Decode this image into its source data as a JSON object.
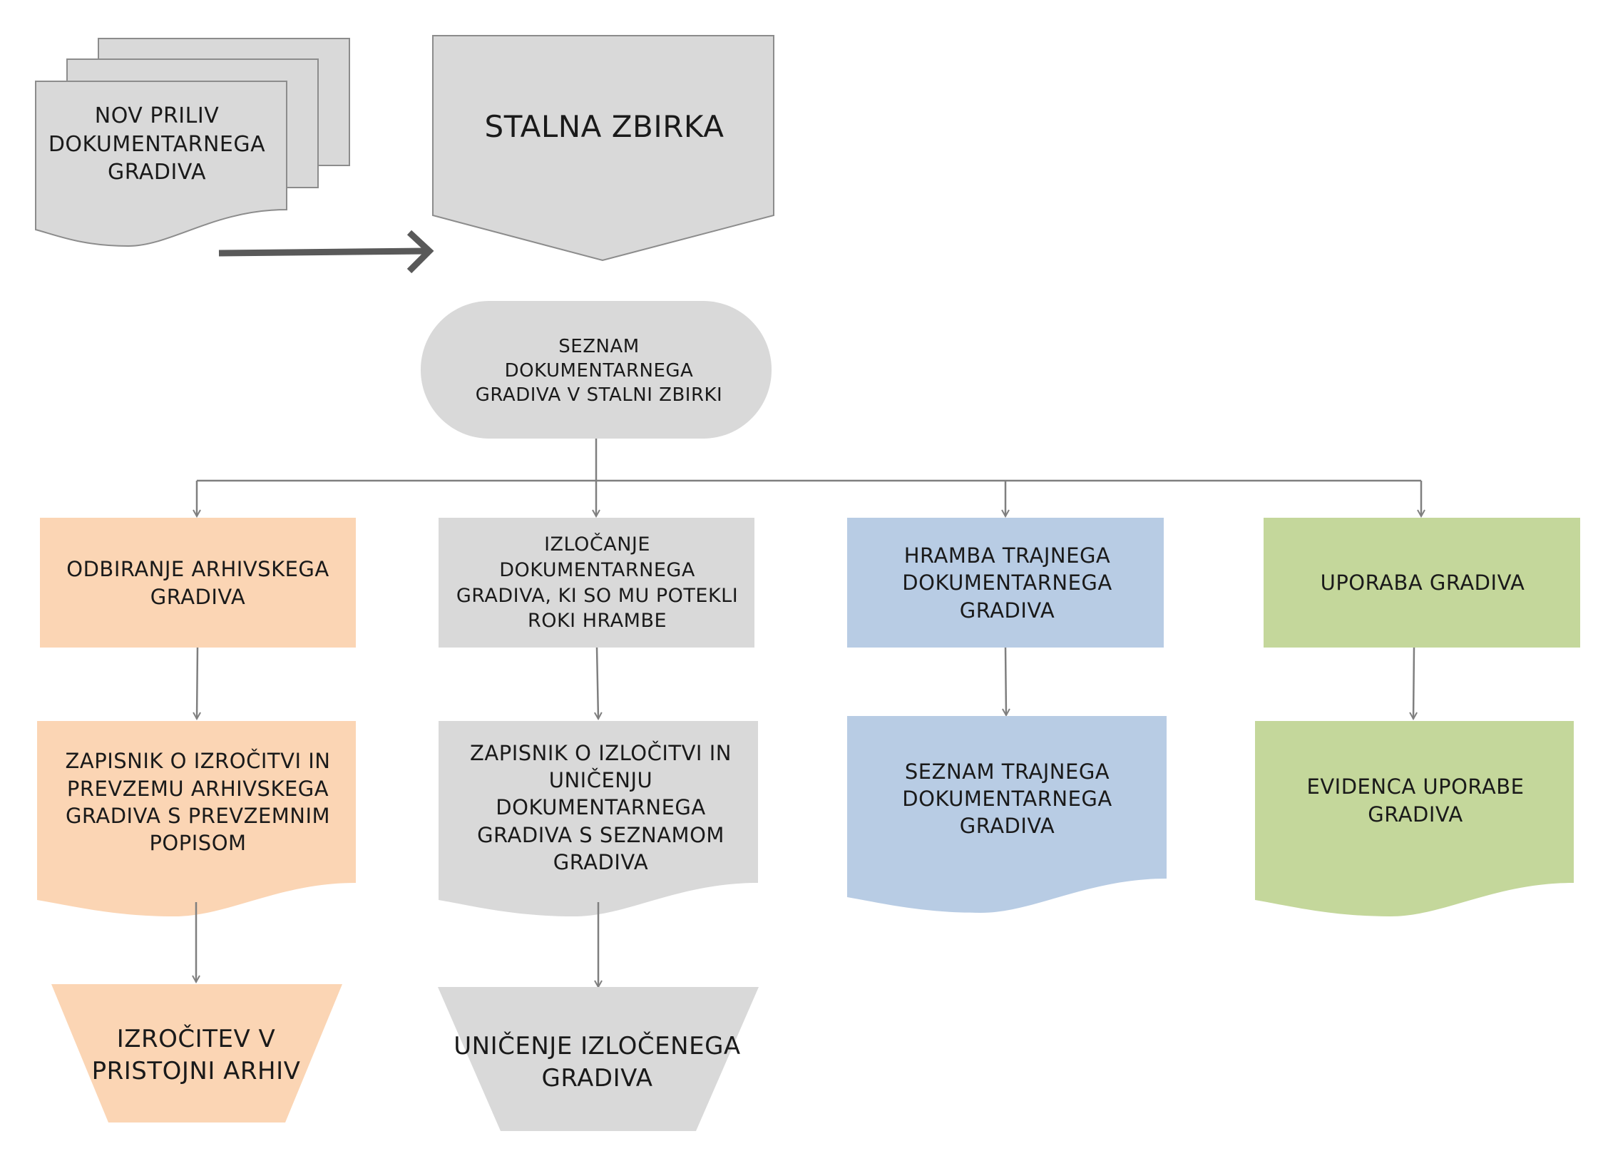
{
  "diagram": {
    "nodes": {
      "nov_priliv": "NOV PRILIV DOKUMENTARNEGA GRADIVA",
      "stalna_zbirka": "STALNA ZBIRKA",
      "seznam_stalni": "SEZNAM DOKUMENTARNEGA GRADIVA V STALNI ZBIRKI",
      "odbiranje": "ODBIRANJE ARHIVSKEGA GRADIVA",
      "izlocanje": "IZLOČANJE DOKUMENTARNEGA GRADIVA, KI SO MU POTEKLI ROKI HRAMBE",
      "hramba": "HRAMBA TRAJNEGA DOKUMENTARNEGA GRADIVA",
      "uporaba": "UPORABA GRADIVA",
      "zapisnik_izrocitvi": "ZAPISNIK O IZROČITVI IN PREVZEMU ARHIVSKEGA GRADIVA S PREVZEMNIM POPISOM",
      "zapisnik_izlocitvi": "ZAPISNIK O IZLOČITVI IN UNIČENJU DOKUMENTARNEGA GRADIVA S SEZNAMOM GRADIVA",
      "seznam_trajnega": "SEZNAM TRAJNEGA DOKUMENTARNEGA GRADIVA",
      "evidenca": "EVIDENCA UPORABE GRADIVA",
      "izrocitev": "IZROČITEV V PRISTOJNI ARHIV",
      "unicenje": "UNIČENJE IZLOČENEGA GRADIVA"
    },
    "colors": {
      "gray": "#d9d9d9",
      "peach": "#fbd5b4",
      "blue": "#b8cce4",
      "green": "#c4d79b",
      "connector": "#7f7f7f",
      "main_arrow": "#595959"
    }
  }
}
